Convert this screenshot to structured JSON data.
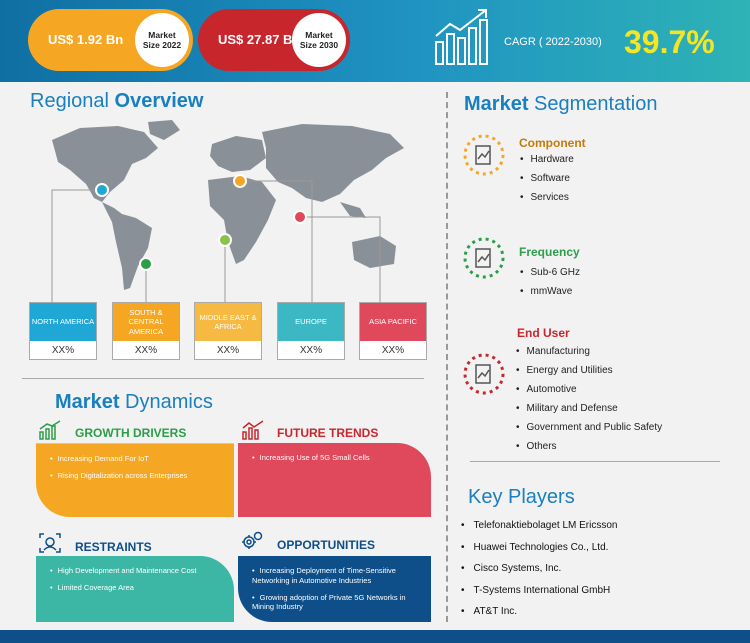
{
  "header": {
    "market_2022": {
      "value": "US$ 1.92 Bn",
      "label": "Market Size 2022"
    },
    "market_2030": {
      "value": "US$ 27.87 Bn",
      "label": "Market Size 2030"
    },
    "cagr_label": "CAGR ( 2022-2030)",
    "cagr_value": "39.7%"
  },
  "regional": {
    "title_bold": "Regional",
    "title_light": "Overview",
    "regions": [
      {
        "name": "NORTH AMERICA",
        "value": "XX%",
        "color": "#1fa7d6"
      },
      {
        "name": "SOUTH & CENTRAL AMERICA",
        "value": "XX%",
        "color": "#f5a623"
      },
      {
        "name": "MIDDLE EAST & AFRICA",
        "value": "XX%",
        "color": "#f6b941"
      },
      {
        "name": "EUROPE",
        "value": "XX%",
        "color": "#3cb7c4"
      },
      {
        "name": "ASIA PACIFIC",
        "value": "XX%",
        "color": "#e0485b"
      }
    ]
  },
  "segmentation": {
    "title_bold": "Market",
    "title_light": "Segmentation",
    "groups": [
      {
        "title": "Component",
        "color": "#c47b0c",
        "items": [
          "Hardware",
          "Software",
          "Services"
        ]
      },
      {
        "title": "Frequency",
        "color": "#2e9e4a",
        "items": [
          "Sub-6 GHz",
          "mmWave"
        ]
      },
      {
        "title": "End User",
        "color": "#c8262d",
        "items": [
          "Manufacturing",
          "Energy and Utilities",
          "Automotive",
          "Military and Defense",
          "Government and Public Safety",
          "Others"
        ]
      }
    ]
  },
  "dynamics": {
    "title_bold": "Market",
    "title_light": "Dynamics",
    "drivers": {
      "title": "GROWTH DRIVERS",
      "color": "#2b9e48",
      "items": [
        "Increasing Demand For IoT",
        "Rising Digitalization across Enterprises"
      ]
    },
    "trends": {
      "title": "FUTURE TRENDS",
      "color": "#c8262d",
      "items": [
        "Increasing Use of 5G Small Cells"
      ]
    },
    "restraints": {
      "title": "RESTRAINTS",
      "color": "#0e4f8a",
      "items": [
        "High Development and Maintenance Cost",
        "Limited Coverage Area"
      ]
    },
    "opportunities": {
      "title": "OPPORTUNITIES",
      "color": "#0e4f8a",
      "items": [
        "Increasing Deployment of Time-Sensitive Networking in Automotive Industries",
        "Growing adoption of Private 5G Networks in Mining Industry"
      ]
    }
  },
  "key_players": {
    "title": "Key Players",
    "items": [
      "Telefonaktiebolaget LM Ericsson",
      "Huawei Technologies Co., Ltd.",
      "Cisco Systems, Inc.",
      "T-Systems International GmbH",
      "AT&T Inc."
    ]
  }
}
